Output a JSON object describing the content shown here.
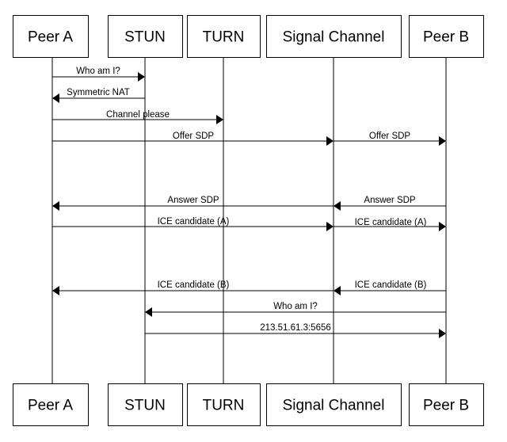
{
  "actors": [
    {
      "id": "peerA",
      "label": "Peer A"
    },
    {
      "id": "stun",
      "label": "STUN"
    },
    {
      "id": "turn",
      "label": "TURN"
    },
    {
      "id": "signal",
      "label": "Signal Channel"
    },
    {
      "id": "peerB",
      "label": "Peer B"
    }
  ],
  "messages": [
    {
      "from": "peerA",
      "to": "stun",
      "label": "Who am I?"
    },
    {
      "from": "stun",
      "to": "peerA",
      "label": "Symmetric NAT"
    },
    {
      "from": "peerA",
      "to": "turn",
      "label": "Channel please"
    },
    {
      "from": "peerA",
      "to": "signal",
      "label": "Offer SDP"
    },
    {
      "from": "signal",
      "to": "peerB",
      "label": "Offer SDP"
    },
    {
      "from": "peerB",
      "to": "signal",
      "label": "Answer SDP"
    },
    {
      "from": "signal",
      "to": "peerA",
      "label": "Answer SDP"
    },
    {
      "from": "peerA",
      "to": "signal",
      "label": "ICE candidate (A)"
    },
    {
      "from": "signal",
      "to": "peerB",
      "label": "ICE candidate (A)"
    },
    {
      "from": "peerB",
      "to": "signal",
      "label": "ICE candidate (B)"
    },
    {
      "from": "signal",
      "to": "peerA",
      "label": "ICE candidate (B)"
    },
    {
      "from": "peerB",
      "to": "stun",
      "label": "Who am I?"
    },
    {
      "from": "stun",
      "to": "peerB",
      "label": "213.51.61.3:5656"
    }
  ]
}
